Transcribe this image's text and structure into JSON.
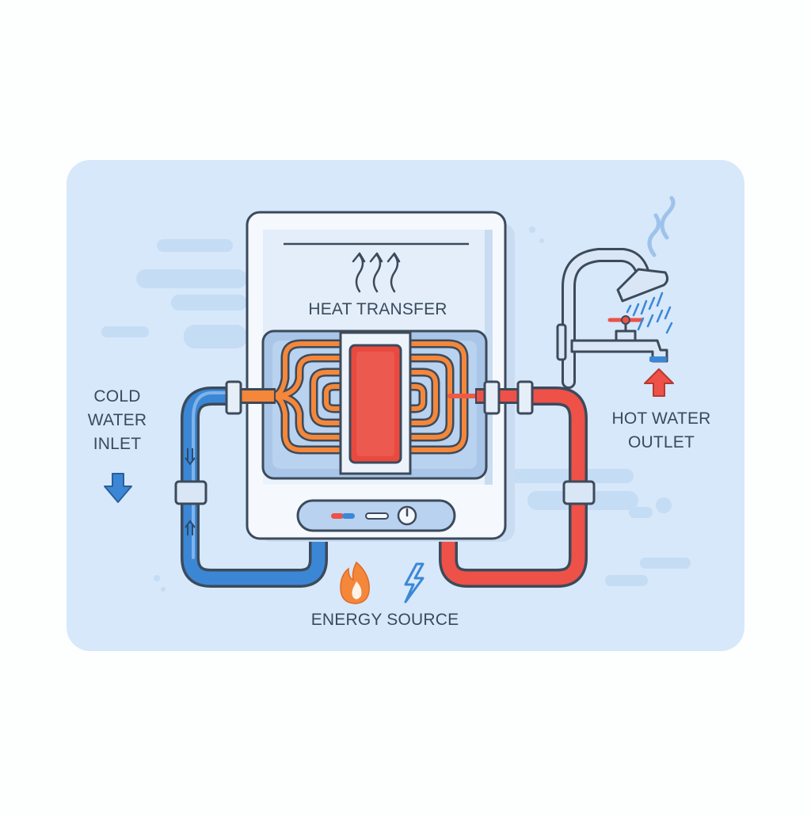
{
  "labels": {
    "heat_transfer": "HEAT TRANSFER",
    "cold_water_inlet": [
      "COLD",
      "WATER",
      "INLET"
    ],
    "hot_water_outlet": [
      "HOT WATER",
      "OUTLET"
    ],
    "energy_source": "ENERGY SOURCE"
  },
  "icons": {
    "heat": "heat-waves-icon",
    "cold_direction": "arrow-down-icon",
    "hot_direction": "arrow-up-icon",
    "flame": "flame-icon",
    "electric": "lightning-bolt-icon",
    "faucet": "faucet-icon",
    "shower": "shower-head-icon",
    "dial": "dial-icon"
  },
  "colors": {
    "background_panel": "#d6e8fa",
    "cold_pipe": "#3b87d6",
    "hot_pipe": "#ee5148",
    "coil": "#f4873a",
    "heating_element": "#e9493f",
    "outline": "#3c4a5b",
    "unit_body": "#f5f9fe"
  }
}
